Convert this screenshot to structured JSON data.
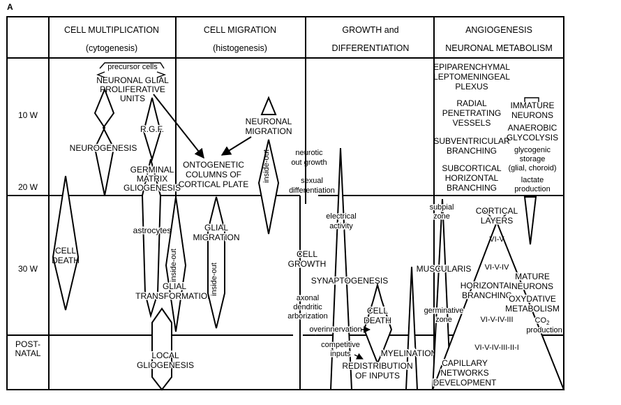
{
  "panel_label": "A",
  "columns": {
    "cell_multiplication": {
      "line1": "CELL MULTIPLICATION",
      "line2": "(cytogenesis)"
    },
    "cell_migration": {
      "line1": "CELL MIGRATION",
      "line2": "(histogenesis)"
    },
    "growth": {
      "line1": "GROWTH and",
      "line2": "DIFFERENTIATION"
    },
    "angiogenesis": {
      "line1": "ANGIOGENESIS",
      "line2": "NEURONAL METABOLISM"
    }
  },
  "rows": {
    "w10": "10 W",
    "w20": "20 W",
    "w30": "30 W",
    "postnatal1": "POST-",
    "postnatal2": "NATAL"
  },
  "labels": {
    "precursor": "precursor cells",
    "ngpu1": "NEURONAL GLIAL",
    "ngpu2": "PROLIFERATIVE",
    "ngpu3": "UNITS",
    "neurogenesis": "NEUROGENESIS",
    "rgf": "R.G.F.",
    "gm1": "GERMINAL",
    "gm2": "MATRIX",
    "gm3": "GLIOGENESIS",
    "astrocytes": "astrocytes",
    "inside_out_a": "inside-out",
    "gt1": "GLIAL",
    "gt2": "TRANSFORMATION",
    "lg1": "LOCAL",
    "lg2": "GLIOGENESIS",
    "cd1": "CELL",
    "cd2": "DEATH",
    "oc1": "ONTOGENETIC",
    "oc2": "COLUMNS OF",
    "oc3": "CORTICAL PLATE",
    "nm1": "NEURONAL",
    "nm2": "MIGRATION",
    "inside_out_b": "inside-out",
    "glm1": "GLIAL",
    "glm2": "MIGRATION",
    "inside_out_c": "inside-out",
    "nog1": "neurotic",
    "nog2": "out growth",
    "sd1": "sexual",
    "sd2": "differentiation",
    "cg1": "CELL",
    "cg2": "GROWTH",
    "ea1": "electrical",
    "ea2": "activity",
    "synaptogenesis": "SYNAPTOGENESIS",
    "ad1": "axonal",
    "ad2": "dendritic",
    "ad3": "arborization",
    "cd3": "CELL",
    "cd4": "DEATH",
    "overinnervation": "overinnervation",
    "ci1": "competitive",
    "ci2": "inputs",
    "myelination": "MYELINATION",
    "ri1": "REDISTRIBUTION",
    "ri2": "OF INPUTS",
    "ep1": "EPIPARENCHYMAL",
    "ep2": "LEPTOMENINGEAL",
    "ep3": "PLEXUS",
    "rp1": "RADIAL",
    "rp2": "PENETRATING",
    "rp3": "VESSELS",
    "sb1": "SUBVENTRICULAR",
    "sb2": "BRANCHING",
    "sh1": "SUBCORTICAL",
    "sh2": "HORIZONTAL",
    "sh3": "BRANCHING",
    "im1": "IMMATURE",
    "im2": "NEURONS",
    "ag1": "ANAEROBIC",
    "ag2": "GLYCOLYSIS",
    "gs1": "glycogenic",
    "gs2": "storage",
    "gs3": "(glial, choroid)",
    "lp1": "lactate",
    "lp2": "production",
    "sz1": "subpial",
    "sz2": "zone",
    "cl1": "CORTICAL",
    "cl2": "LAYERS",
    "l1": "VI-V",
    "l2": "VI-V-IV",
    "l3": "VI-V-IV-III",
    "l4": "VI-V-IV-III-II-I",
    "muscularis": "MUSCULARIS",
    "hb1": "HORIZONTAL",
    "hb2": "BRANCHING",
    "gz1": "germinative",
    "gz2": "zone",
    "mn1": "MATURE",
    "mn2": "NEURONS",
    "om1": "OXYDATIVE",
    "om2": "METABOLISM",
    "co2": "CO",
    "co2sub": "2",
    "co2prod": "production",
    "cn1": "CAPILLARY",
    "cn2": "NETWORKS",
    "cn3": "DEVELOPMENT"
  }
}
